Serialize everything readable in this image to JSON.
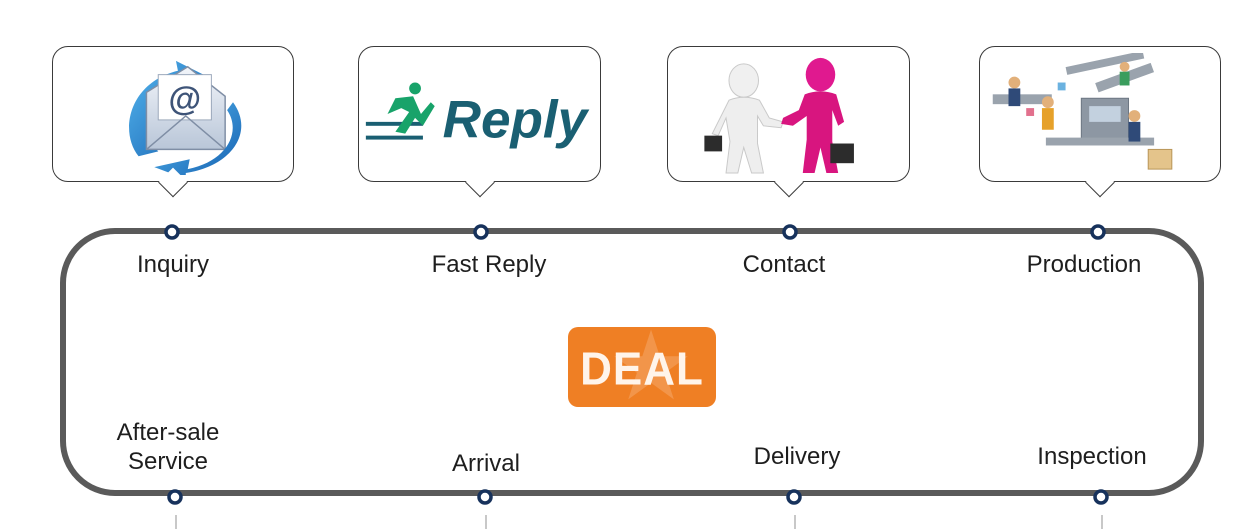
{
  "steps_top": [
    {
      "label": "Inquiry",
      "icon": "email-icon"
    },
    {
      "label": "Fast Reply",
      "icon": "reply-logo",
      "image_text": "Reply"
    },
    {
      "label": "Contact",
      "icon": "handshake-icon"
    },
    {
      "label": "Production",
      "icon": "factory-line-icon"
    }
  ],
  "steps_bottom": [
    {
      "label_line1": "After-sale",
      "label_line2": "Service"
    },
    {
      "label": "Arrival"
    },
    {
      "label": "Delivery"
    },
    {
      "label": "Inspection"
    }
  ],
  "center_badge": {
    "label": "DEAL",
    "color": "#ef7f24"
  },
  "colors": {
    "loop": "#5a5a5a",
    "node": "#17325c",
    "accent": "#ef7f24"
  }
}
